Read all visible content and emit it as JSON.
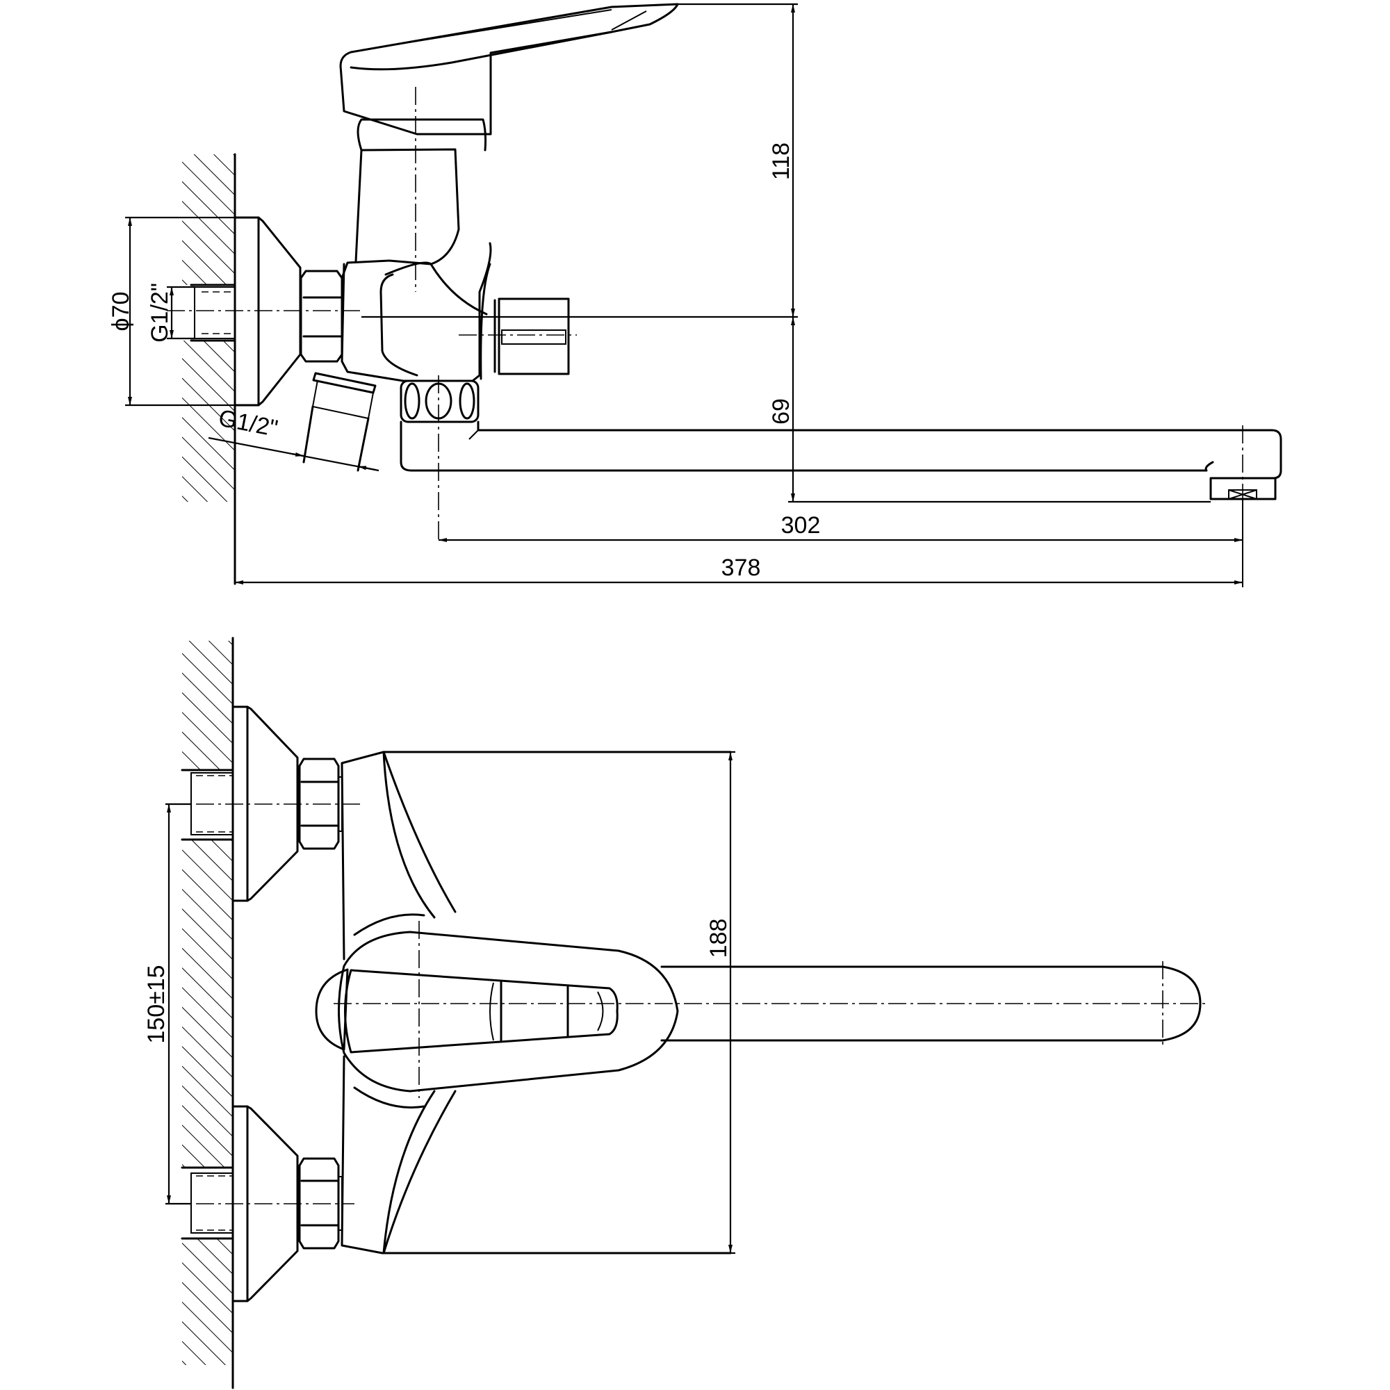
{
  "drawing": {
    "subject": "Wall-mounted single-lever bath mixer with long swivel spout",
    "units": "mm",
    "views": [
      {
        "name": "side-view",
        "label": "Side elevation"
      },
      {
        "name": "top-view",
        "label": "Plan view"
      }
    ]
  },
  "dimensions": {
    "side_view": {
      "escutcheon_diameter": "ϕ70",
      "inlet_thread": "G1/2\"",
      "outlet_thread": "G1/2\"",
      "height_above_axis": "118",
      "spout_drop": "69",
      "spout_reach": "302",
      "overall_projection": "378"
    },
    "top_view": {
      "inlet_spacing": "150±15",
      "body_width": "188"
    }
  },
  "colors": {
    "line": "#000000",
    "background": "#ffffff"
  }
}
